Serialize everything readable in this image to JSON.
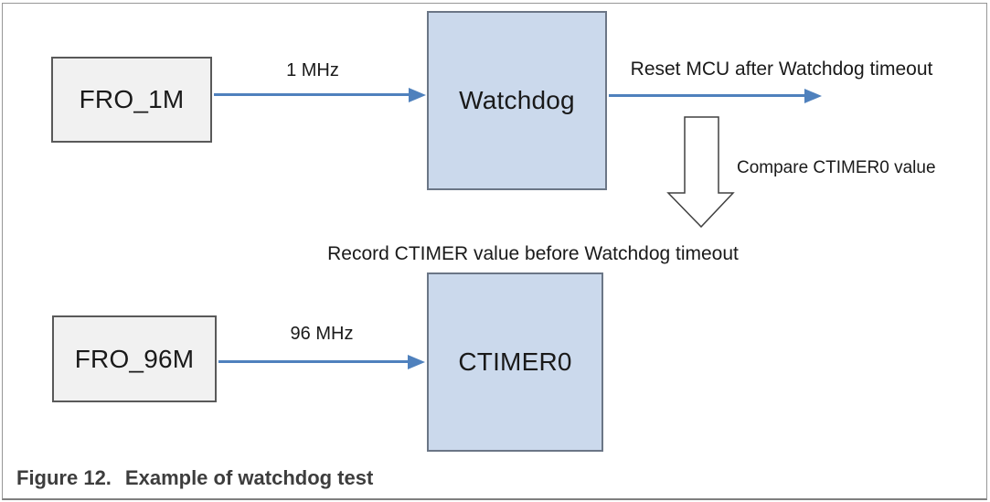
{
  "figure": {
    "caption_label": "Figure 12.",
    "caption_text": "Example of watchdog test"
  },
  "blocks": {
    "fro_1m": "FRO_1M",
    "watchdog": "Watchdog",
    "ctimer0": "CTIMER0",
    "fro_96m": "FRO_96M"
  },
  "annotations": {
    "clock_1mhz": "1 MHz",
    "clock_96mhz": "96 MHz",
    "reset_mcu": "Reset MCU after Watchdog timeout",
    "compare_ctimer0": "Compare CTIMER0 value",
    "record_ctimer": "Record CTIMER value before Watchdog timeout"
  },
  "icons": {
    "down_block_arrow": "down-block-arrow"
  },
  "colors": {
    "arrow_blue": "#4f81bd",
    "block_blue_fill": "#cbd9ec",
    "block_blue_border": "#6b7686",
    "block_gray_fill": "#f1f1f1",
    "block_gray_border": "#595959",
    "diagram_text": "#1a1a1a",
    "caption_text": "#3d3d3d",
    "frame_border": "#979797",
    "bottom_rule": "#7f7f7f",
    "down_arrow_outline": "#404040"
  }
}
